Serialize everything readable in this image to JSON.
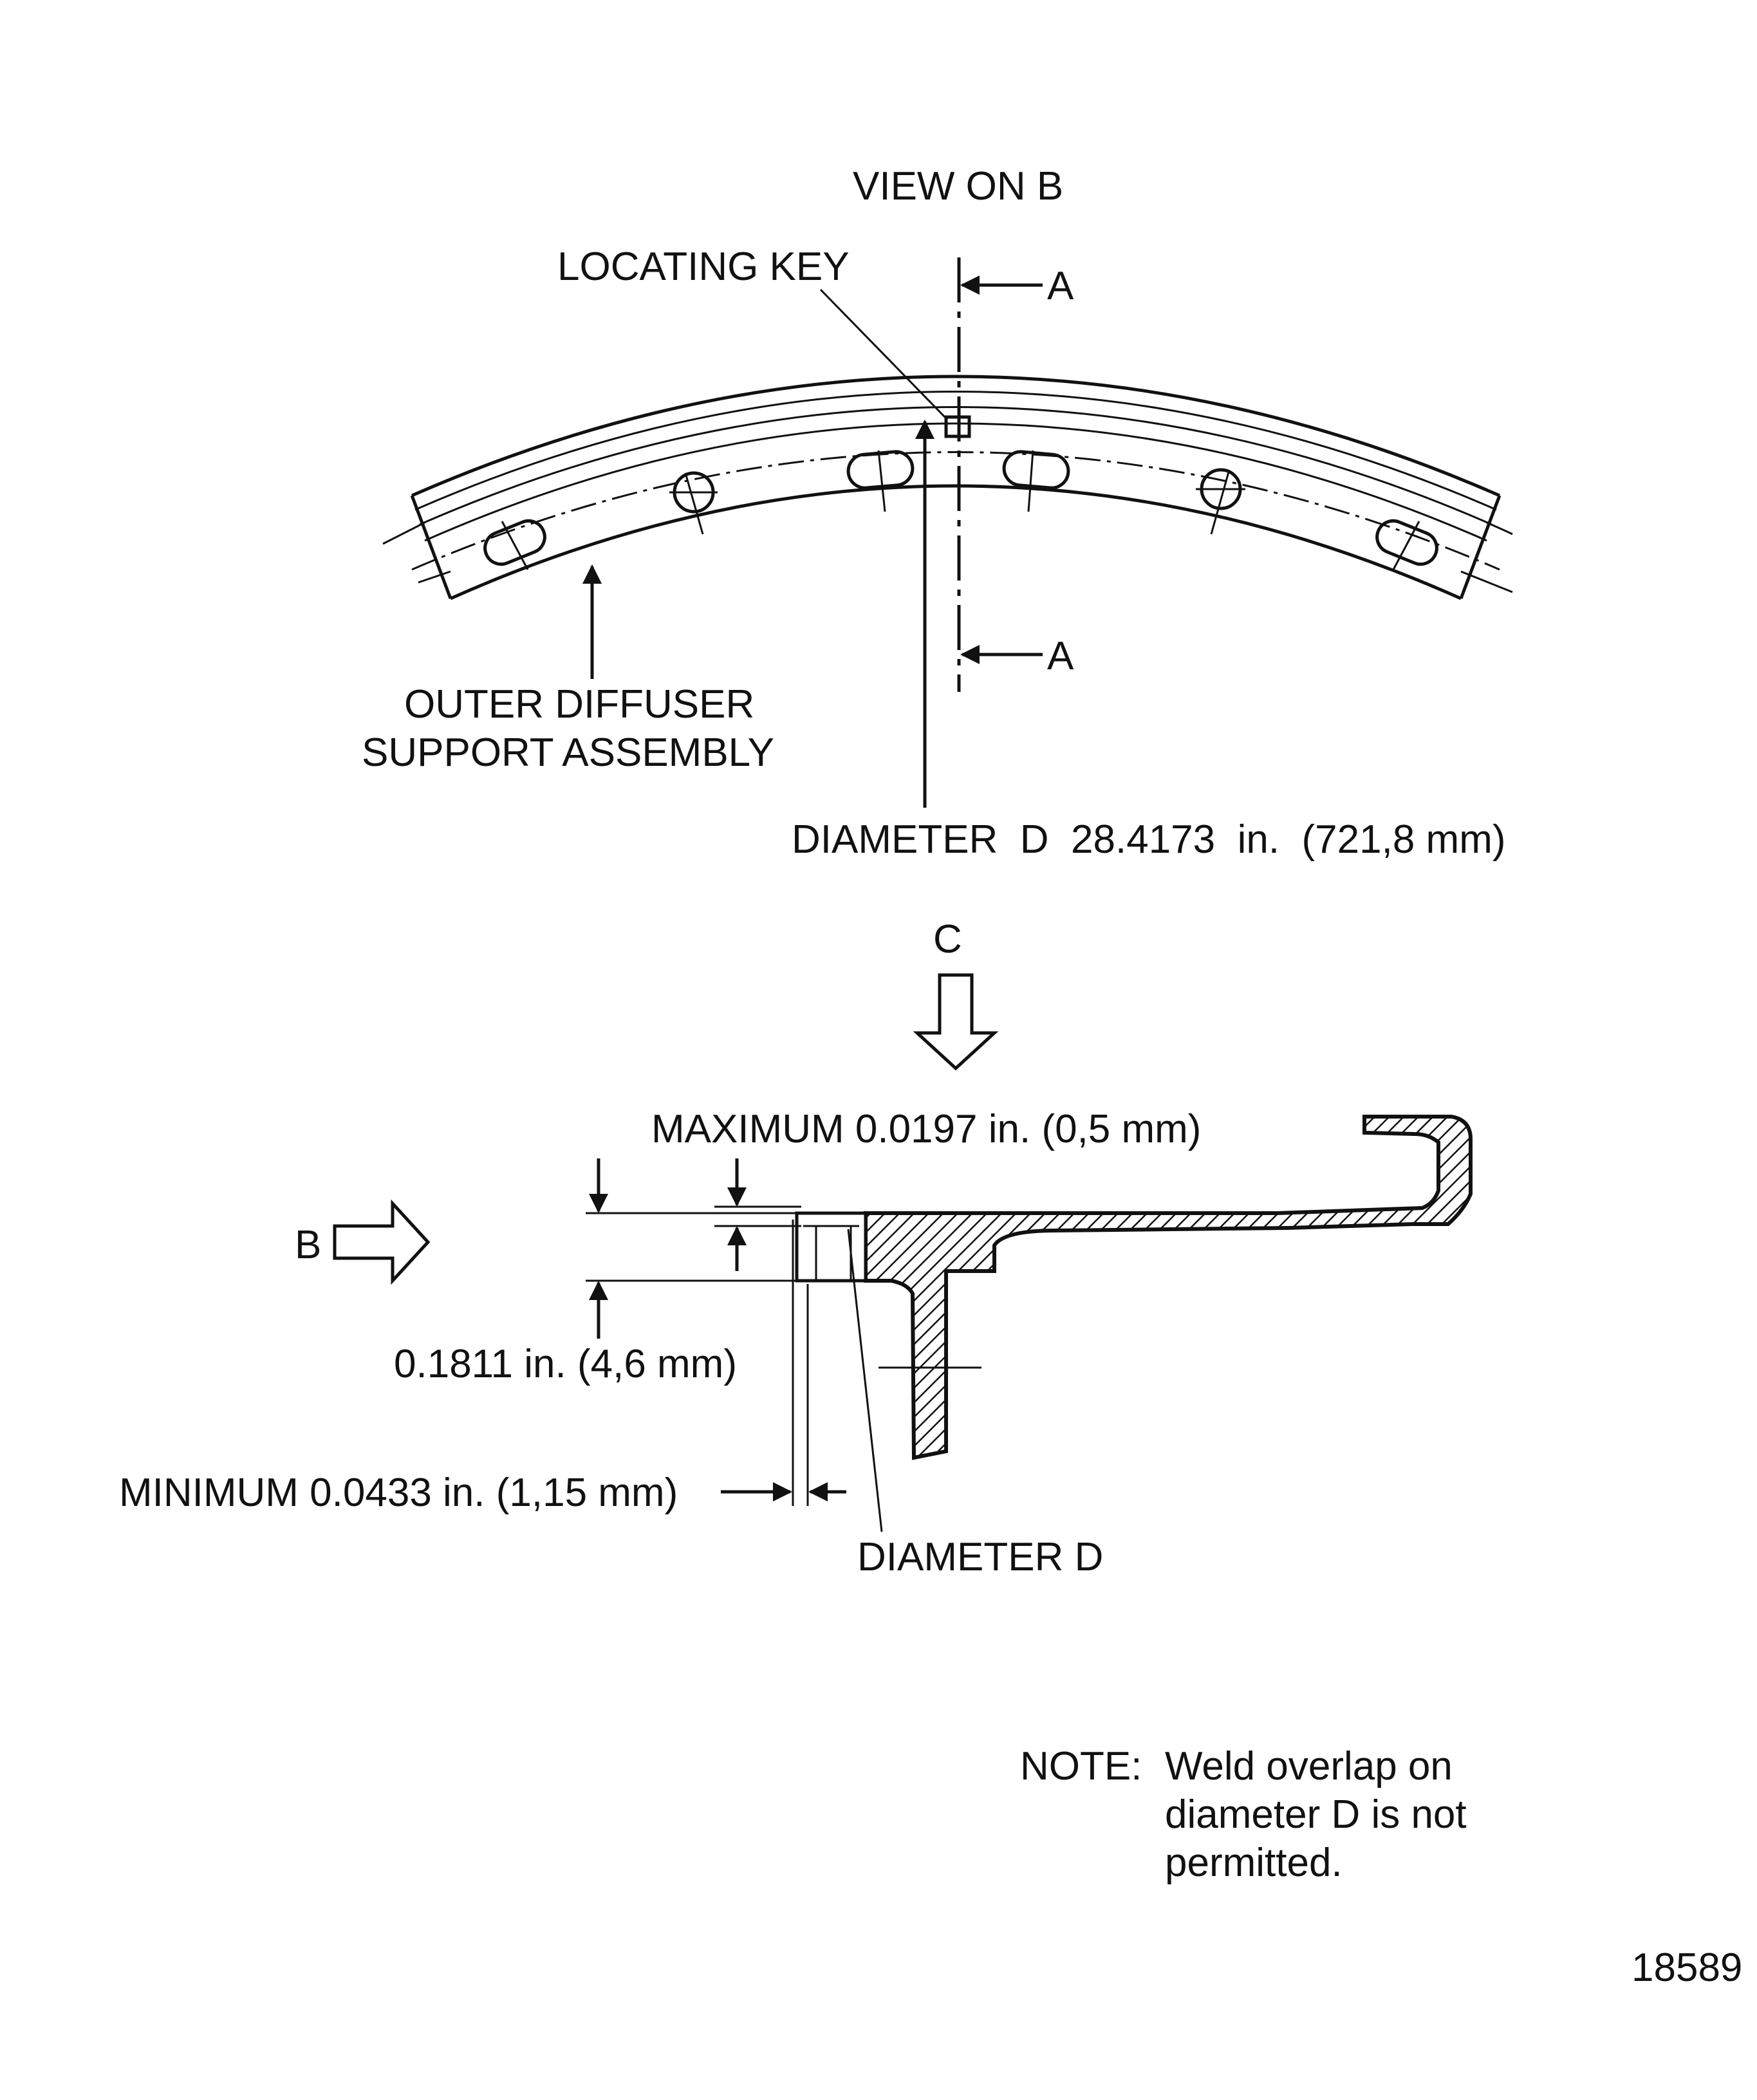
{
  "labels": {
    "view_on_b": "VIEW ON B",
    "locating_key": "LOCATING KEY",
    "section_a_top": "A",
    "section_a_bottom": "A",
    "outer_diffuser_line1": "OUTER DIFFUSER",
    "outer_diffuser_line2": "SUPPORT ASSEMBLY",
    "diameter_d_spec": "DIAMETER  D  28.4173  in.  (721,8 mm)",
    "view_c": "C",
    "view_b": "B",
    "maximum": "MAXIMUM 0.0197 in. (0,5 mm)",
    "height_dim": "0.1811 in. (4,6 mm)",
    "minimum": "MINIMUM 0.0433 in. (1,15 mm)",
    "diameter_d": "DIAMETER D"
  },
  "note": {
    "prefix": "NOTE:",
    "line1": "Weld overlap on",
    "line2": "diameter D is not",
    "line3": "permitted."
  },
  "figure_number": "18589"
}
